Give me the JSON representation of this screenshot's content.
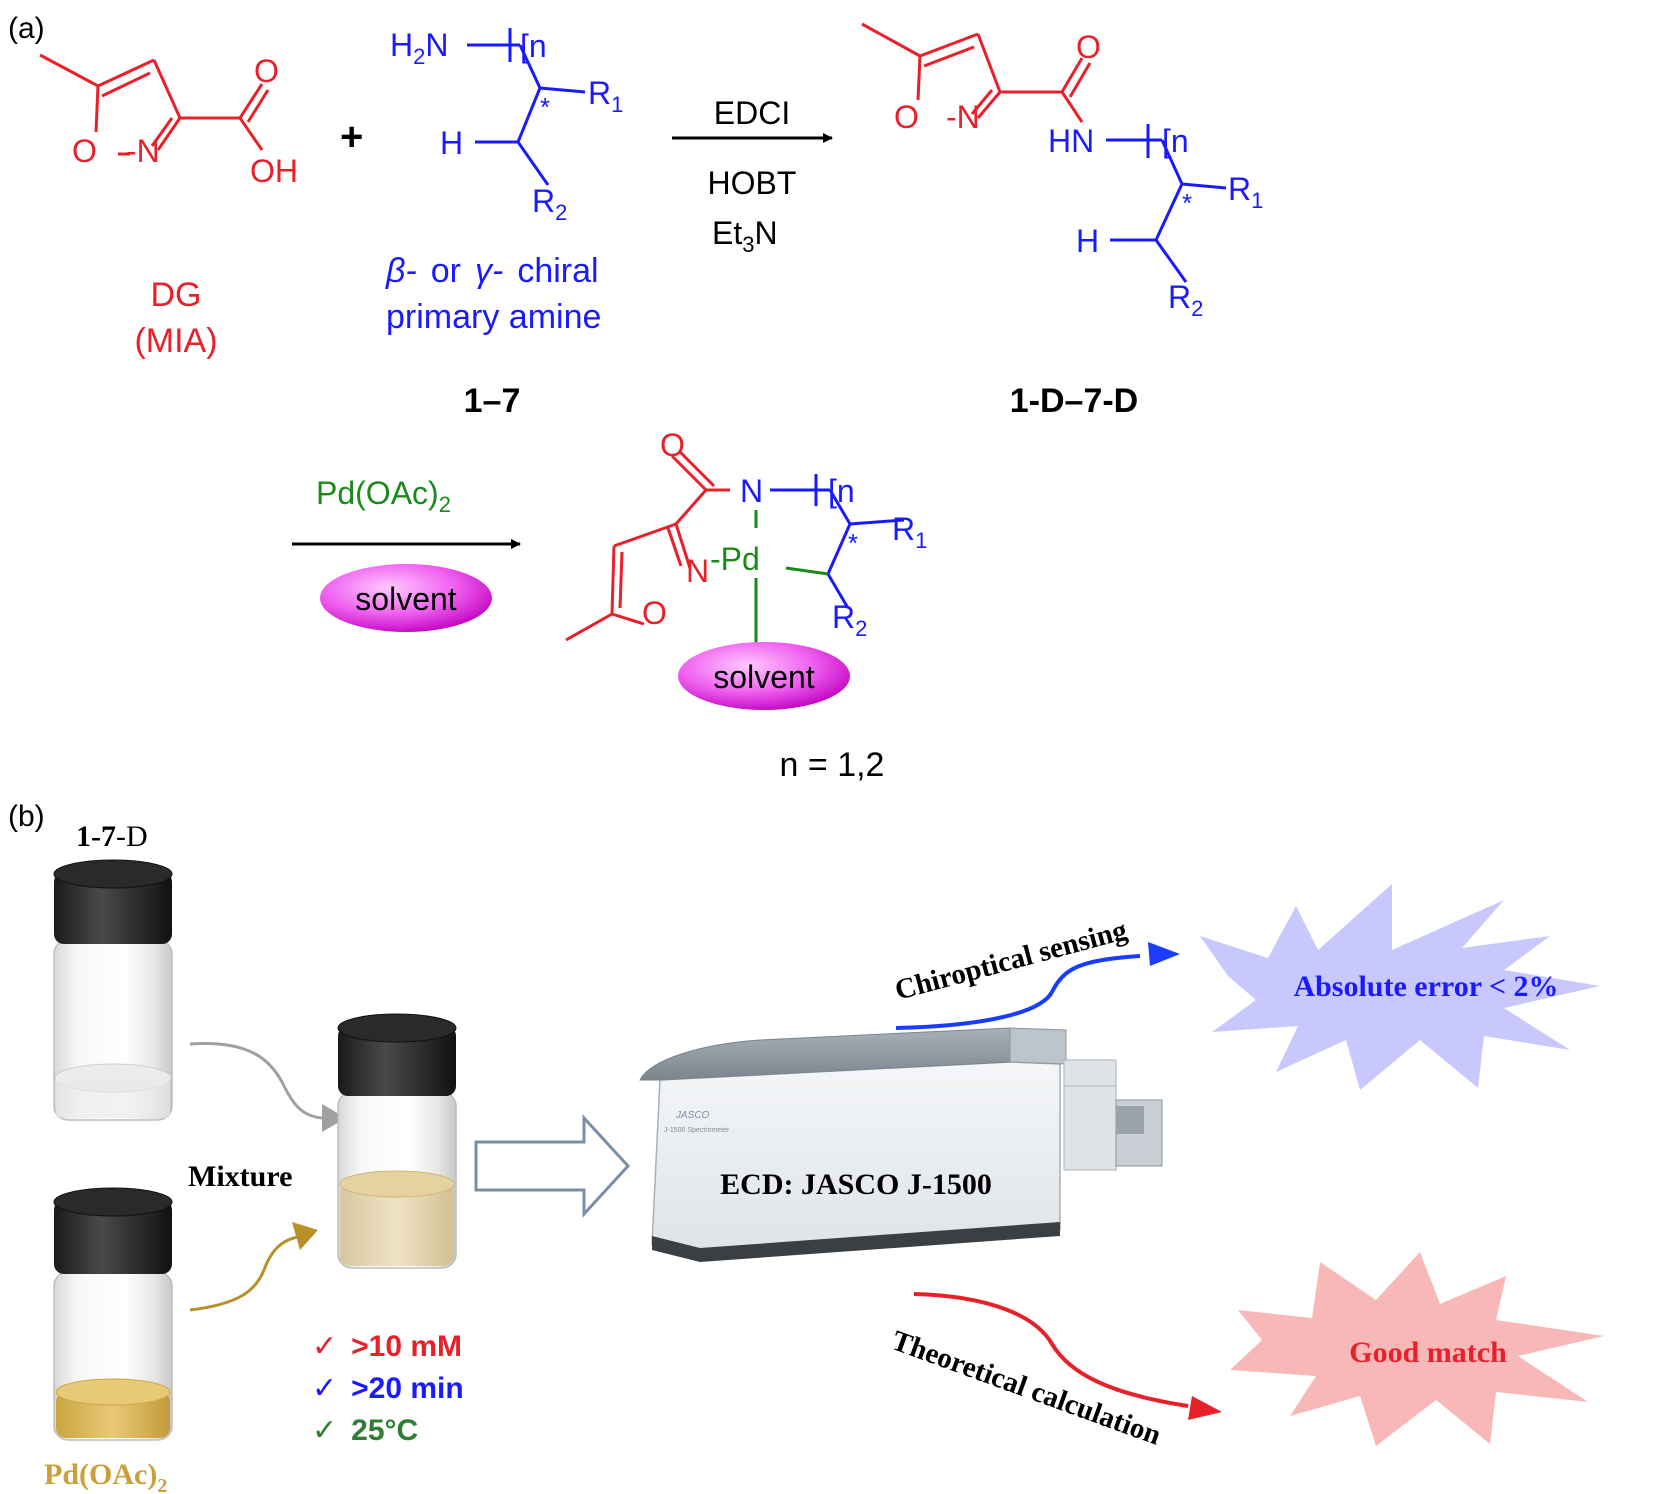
{
  "panel_a": {
    "label": "(a)",
    "mia": {
      "O_carbonyl": "O",
      "OH": "OH",
      "ring_O": "O",
      "ring_N": "N",
      "name_line1": "DG",
      "name_line2": "(MIA)",
      "color": "#e8202a"
    },
    "plus": "+",
    "amine": {
      "H2N_H": "H",
      "H2N_sub": "2",
      "H2N_N": "N",
      "n": "n",
      "star": "*",
      "R1": "R",
      "R1_sub": "1",
      "H": "H",
      "R2": "R",
      "R2_sub": "2",
      "desc_beta": "β-",
      "desc_or": "or",
      "desc_gamma": "γ-",
      "desc_chiral": "chiral",
      "desc_line2": "primary amine",
      "compound_label": "1–7",
      "color": "#1a1aff"
    },
    "reagents": {
      "top": "EDCI",
      "middle": "HOBT",
      "bottom_main": "Et",
      "bottom_sub": "3",
      "bottom_end": "N"
    },
    "amide": {
      "O": "O",
      "ring_O": "O",
      "ring_N": "N",
      "HN": "HN",
      "n": "n",
      "star": "*",
      "R1": "R",
      "R1_sub": "1",
      "H": "H",
      "R2": "R",
      "R2_sub": "2",
      "compound_label": "1-D–7-D"
    },
    "step2": {
      "reagent": "Pd(OAc)",
      "reagent_sub": "2",
      "solvent": "solvent",
      "reagent_color": "#1a8a1a",
      "solvent_color": "#e040e0"
    },
    "complex": {
      "O": "O",
      "N": "N",
      "n": "n",
      "star": "*",
      "R1": "R",
      "R1_sub": "1",
      "ring_N": "N",
      "Pd": "Pd",
      "ring_O": "O",
      "R2": "R",
      "R2_sub": "2",
      "solvent": "solvent",
      "n_values": "n = 1,2"
    }
  },
  "panel_b": {
    "label": "(b)",
    "vial1_label_bold": "1-7",
    "vial1_label_end": "-D",
    "vial2_label": "Pd(OAc)",
    "vial2_label_sub": "2",
    "mixture_label": "Mixture",
    "conditions": [
      {
        "check": "✓",
        "text": ">10 mM",
        "color": "#e8202a"
      },
      {
        "check": "✓",
        "text": ">20 min",
        "color": "#1a1aff"
      },
      {
        "check": "✓",
        "text": "25°C",
        "color": "#2e7d32"
      }
    ],
    "instrument_label": "ECD: JASCO J-1500",
    "instrument_brand": "JASCO",
    "instrument_model": "J-1500 Spectrometer",
    "sensing_label": "Chiroptical sensing",
    "sensing_result": "Absolute error < 2%",
    "calc_label": "Theoretical calculation",
    "calc_result": "Good match",
    "sensing_color": "#1a3cff",
    "calc_color": "#e8202a",
    "burst_blue": "#c8c8ff",
    "burst_red": "#f9b8b8"
  }
}
